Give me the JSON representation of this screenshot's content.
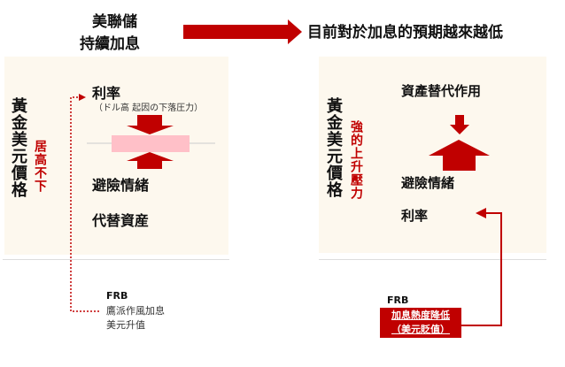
{
  "header": {
    "left_line1": "美聯儲",
    "left_line2": "持續加息",
    "right_text": "目前對於加息的預期越來越低"
  },
  "left_panel": {
    "vertical_title": "黃金美元價格",
    "status": "居高不下",
    "rate_label": "利率",
    "rate_note": "（ドル高 起因の下落圧力）",
    "risk_label": "避險情緒",
    "alt_asset_label": "代替資産",
    "frb_title": "FRB",
    "frb_line1": "鷹派作風加息",
    "frb_line2": "美元升值"
  },
  "right_panel": {
    "vertical_title": "黃金美元價格",
    "status": "強的上升壓力",
    "alt_asset_label": "資產替代作用",
    "risk_label": "避險情緒",
    "rate_label": "利率",
    "frb_title": "FRB",
    "frb_box_line1": "加息熱度降低",
    "frb_box_line2": "（美元貶值）"
  },
  "colors": {
    "accent": "#c00000",
    "pink": "#ffc0c8",
    "panel": "#fdf8ee"
  }
}
